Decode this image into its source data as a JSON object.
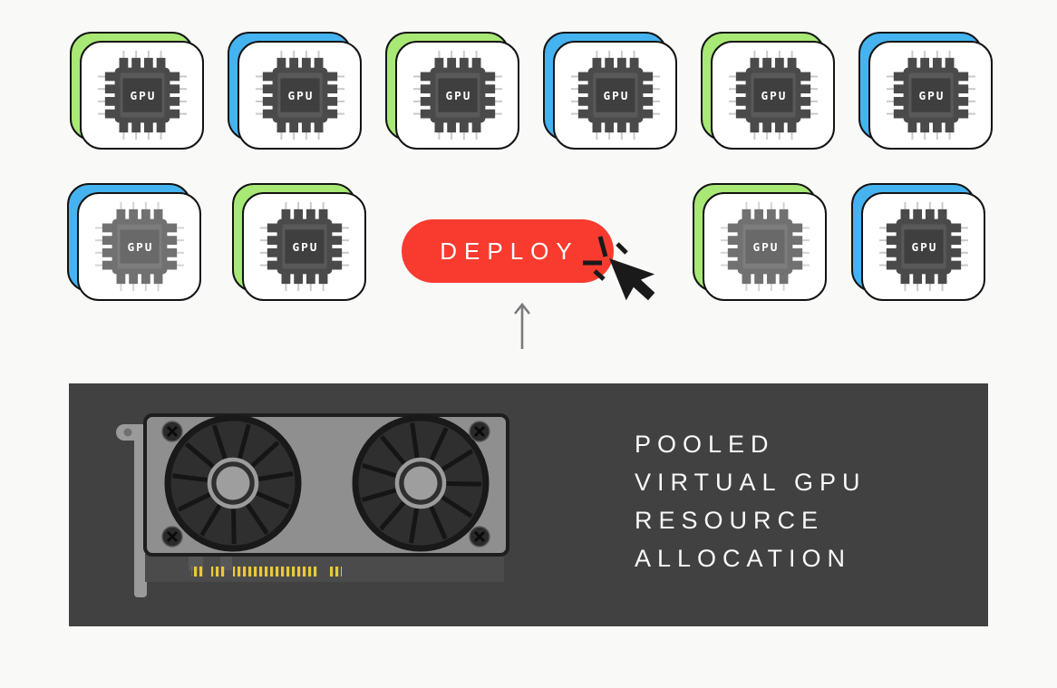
{
  "page": {
    "background": "#f9f9f8"
  },
  "gpu_grid": {
    "chip_label": "GPU",
    "accent_colors": {
      "green": "#a8e875",
      "blue": "#45b3f0"
    },
    "rows": [
      {
        "cards": [
          {
            "accent": "green"
          },
          {
            "accent": "blue"
          },
          {
            "accent": "green"
          },
          {
            "accent": "blue"
          },
          {
            "accent": "green"
          },
          {
            "accent": "blue"
          }
        ]
      },
      {
        "cards": [
          {
            "accent": "blue",
            "muted": true
          },
          {
            "accent": "green"
          },
          {
            "accent": "green",
            "muted": true
          },
          {
            "accent": "blue"
          }
        ]
      }
    ]
  },
  "deploy": {
    "label": "DEPLOY",
    "color": "#f93b2f",
    "text_color": "#ffffff"
  },
  "panel": {
    "background": "#414141",
    "text_color": "#fafafa",
    "caption_lines": [
      "POOLED",
      "VIRTUAL GPU",
      "RESOURCE",
      "ALLOCATION"
    ]
  }
}
